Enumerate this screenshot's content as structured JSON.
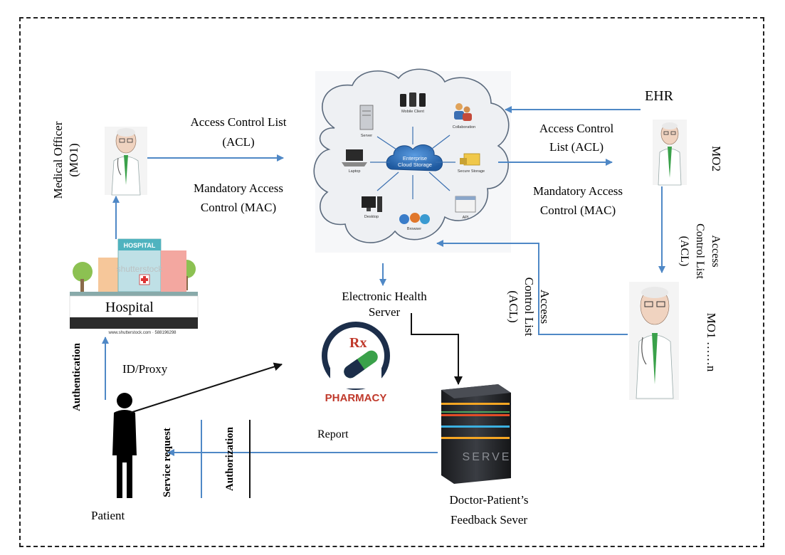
{
  "diagram": {
    "labels": {
      "acl_top_1": "Access Control List",
      "acl_top_2": "(ACL)",
      "mac_left_1": "Mandatory Access",
      "mac_left_2": "Control (MAC)",
      "mo1_1": "Medical Officer",
      "mo1_2": "(MO1)",
      "ehr": "EHR",
      "acl_right_1": "Access Control",
      "acl_right_2": "List (ACL)",
      "mac_right_1": "Mandatory Access",
      "mac_right_2": "Control (MAC)",
      "mo2": "MO2",
      "acl_vert_right_1": "Access",
      "acl_vert_right_2": "Control List",
      "acl_vert_right_3": "(ACL)",
      "acl_vert_mid_1": "Access",
      "acl_vert_mid_2": "Control List",
      "acl_vert_mid_3": "(ACL)",
      "mon": "MO1 ……n",
      "ehs_1": "Electronic Health",
      "ehs_2": "Server",
      "hospital": "Hospital",
      "hospital_sign": "HOSPITAL",
      "hospital_watermark": "shutterstock",
      "hospital_credit": "www.shutterstock.com · 588196298",
      "authentication": "Authentication",
      "id_proxy": "ID/Proxy",
      "service_request": "Service request",
      "authorization": "Authorization",
      "report": "Report",
      "patient": "Patient",
      "feedback_1": "Doctor-Patient’s",
      "feedback_2": "Feedback Sever",
      "pharmacy": "PHARMACY",
      "rx": "Rx",
      "serve": "SERVE"
    },
    "cloud": {
      "center_1": "Enterprise",
      "center_2": "Cloud Storage",
      "nodes": [
        "Server",
        "Mobile Client",
        "Collaboration",
        "Laptop",
        "Secure Storage",
        "Desktop",
        "Browser",
        "API"
      ]
    },
    "colors": {
      "arrow": "#4f88c6",
      "cloud_fill": "#eef0f3",
      "cloud_stroke": "#5b6a7d",
      "center_fill": "#2f6db5",
      "pharmacy": "#c0392b",
      "pharmacy_dark": "#1c2e4a",
      "pill_green": "#3aa14a",
      "server_dark": "#26282c"
    }
  }
}
